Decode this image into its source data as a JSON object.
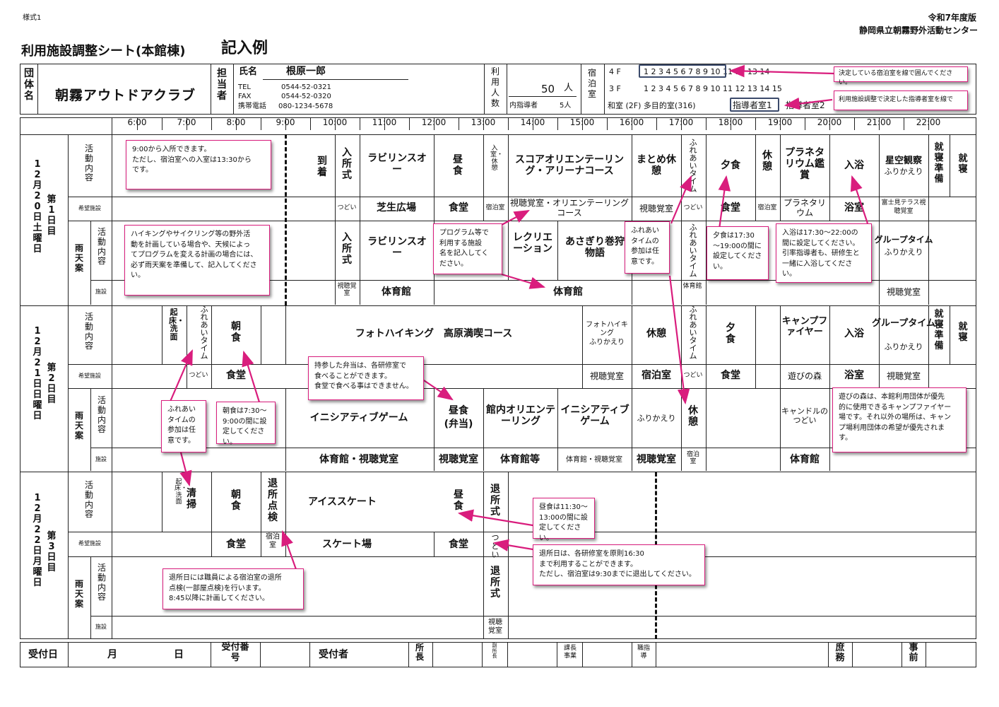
{
  "header": {
    "form_no": "様式1",
    "edition": "令和7年度版",
    "org": "静岡県立朝霧野外活動センター",
    "title": "利用施設調整シート(本館棟)",
    "example": "記入例"
  },
  "info": {
    "group_label": "団体名",
    "group_name": "朝霧アウトドアクラブ",
    "person_label": "担当者",
    "name_label": "氏名",
    "name": "根原一郎",
    "tel_label": "TEL",
    "tel": "0544-52-0321",
    "fax_label": "FAX",
    "fax": "0544-52-0320",
    "mobile_label": "携帯電話",
    "mobile": "080-1234-5678",
    "count_label": "利用人数",
    "count": "50",
    "count_unit": "人",
    "leader_label": "内指導者",
    "leader_count": "5人",
    "room_label": "宿泊室",
    "floor4": "4 F",
    "rooms4": "1 2 3 4 5 6 7 8 9 10 11 12 13 14",
    "floor3": "3 F",
    "rooms3": "1 2 3 4 5 6 7 8 9 10 11 12 13 14 15",
    "room_types": "和室 (2F)   多目的室(316)",
    "leader_room1": "指導者室1",
    "leader_room2": "指導者室2"
  },
  "hours": [
    "6:00",
    "7:00",
    "8:00",
    "9:00",
    "10:00",
    "11:00",
    "12:00",
    "13:00",
    "14:00",
    "15:00",
    "16:00",
    "17:00",
    "18:00",
    "19:00",
    "20:00",
    "21:00",
    "22:00"
  ],
  "labels": {
    "activity": "活動内容",
    "facility": "希望施設",
    "rain": "雨天案",
    "rain_facility": "施設"
  },
  "days": [
    {
      "date": "12月20日土曜日",
      "day": "第1日目"
    },
    {
      "date": "12月21日日曜日",
      "day": "第2日目"
    },
    {
      "date": "12月22日月曜日",
      "day": "第3日目"
    }
  ],
  "d1": {
    "arrive": "到着",
    "enter": "入所式",
    "lab": "ラビリンスオー",
    "lunch": "昼食",
    "rest": "入室・休憩",
    "score": "スコアオリエンテーリング・アリーナコース",
    "matome": "まとめ休憩",
    "fureai": "ふれあいタイム",
    "dinner": "夕食",
    "kyukei": "休憩",
    "planet": "プラネタリウム鑑賞",
    "bath": "入浴",
    "star": "星空観察",
    "star_sub": "ふりかえり",
    "prep": "就寝準備",
    "sleep": "就寝",
    "f_tsudoi": "つどい",
    "f_shiba": "芝生広場",
    "f_shokudo": "食堂",
    "f_shukuhaku": "宿泊室",
    "f_shicho": "視聴覚室・オリエンテーリングコース",
    "f_shicho2": "視聴覚室",
    "f_tsudoi2": "つどい",
    "f_shokudo2": "食堂",
    "f_shukuhaku2": "宿泊室",
    "f_planet": "プラネタリウム",
    "f_bath": "浴室",
    "f_terrace": "富士見テラス視聴覚室",
    "r_enter": "入所式",
    "r_lab": "ラビリンスオー",
    "r_recre": "レクリエーション",
    "r_asagiri": "あさぎり巻狩物語",
    "r_fureai": "ふれあいタイム",
    "r_group": "グループタイム",
    "r_group_sub": "ふりかえり",
    "rf_shicho": "視聴覚室",
    "rf_gym": "体育館",
    "rf_gym2": "体育館",
    "rf_gym3": "体育館",
    "rf_shicho2": "視聴覚室"
  },
  "d2": {
    "wake": "起床・洗面",
    "fureai": "ふれあいタイム",
    "breakfast": "朝食",
    "hike": "フォトハイキング　高原満喫コース",
    "photo": "フォトハイキング",
    "photo_sub": "ふりかえり",
    "rest": "休憩",
    "fureai2": "ふれあいタイム",
    "dinner": "夕食",
    "camp": "キャンプファイヤー",
    "bath": "入浴",
    "group": "グループタイム",
    "group_sub": "ふりかえり",
    "prep": "就寝準備",
    "sleep": "就寝",
    "f_tsudoi": "つどい",
    "f_shokudo": "食堂",
    "f_shicho": "視聴覚室",
    "f_shukuhaku": "宿泊室",
    "f_tsudoi2": "つどい",
    "f_shokudo2": "食堂",
    "f_forest": "遊びの森",
    "f_bath": "浴室",
    "f_shicho2": "視聴覚室",
    "r_init": "イニシアティブゲーム",
    "r_lunch": "昼食",
    "r_lunch_sub": "(弁当)",
    "r_orient": "館内オリエンテーリング",
    "r_init2": "イニシアティブゲーム",
    "r_furi": "ふりかえり",
    "r_rest": "休憩",
    "r_candle": "キャンドルのつどい",
    "rf_gym": "体育館・視聴覚室",
    "rf_shicho": "視聴覚室",
    "rf_gym2": "体育館等",
    "rf_gym3": "体育館・視聴覚室",
    "rf_shicho2": "視聴覚室",
    "rf_shukuhaku": "宿泊室",
    "rf_gym4": "体育館"
  },
  "d3": {
    "wake": "起床・洗面",
    "clean": "清掃",
    "breakfast": "朝食",
    "check": "退所点検",
    "ice": "アイススケート",
    "lunch": "昼食",
    "exit": "退所式",
    "f_shokudo": "食堂",
    "f_shukuhaku": "宿泊室",
    "f_skate": "スケート場",
    "f_shokudo2": "食堂",
    "f_tsudoi": "つどい",
    "r_exit": "退所式",
    "rf_shicho": "視聴覚室"
  },
  "notes": {
    "n1": "9:00から入所できます。\nただし、宿泊室への入室は13:30から\nです。",
    "n2": "ハイキングやサイクリング等の野外活\n動を計画している場合や、天候によっ\nてプログラムを変える計画の場合には、\n必ず雨天案を準備して、記入してくださ\nい。",
    "n3": "プログラム等で\n利用する施設\n名を記入してく\nださい。",
    "n4": "ふれあい\nタイムの\n参加は任\n意です。",
    "n5": "夕食は17:30\n～19:00の間に\n設定してくださ\nい。",
    "n6": "入浴は17:30～22:00の\n間に設定してください。\n引率指導者も、研修生と\n一緒に入浴してください。",
    "n7": "持参した弁当は、各研修室で\n食べることができます。\n食堂で食べる事はできません。",
    "n8": "ふれあい\nタイムの\n参加は任\n意です。",
    "n9": "朝食は7:30～\n9:00の間に設\n定してください。",
    "n10": "遊びの森は、本館利用団体が優先\n的に使用できるキャンプファイヤー\n場です。それ以外の場所は、キャン\nプ場利用団体の希望が優先されま\nす。",
    "n11": "昼食は11:30～\n13:00の間に設\n定してください。",
    "n12": "退所日は、各研修室を原則16:30\nまで利用することができます。\nただし、宿泊室は9:30までに退出してください。",
    "n13": "退所日には職員による宿泊室の退所\n点検(一部屋点検)を行います。\n8:45以降に計画してください。",
    "n14": "決定している宿泊室を線で囲んでください。",
    "n15": "利用施設調整で決定した指導者室を線で"
  },
  "footer": {
    "recv_date": "受付日",
    "month": "月",
    "day": "日",
    "recv_no": "受付番号",
    "recv_person": "受付者",
    "chief": "所長",
    "vice": "副所長",
    "section": "課長事業",
    "staff": "職指導",
    "general": "庶務",
    "office": "事前"
  }
}
